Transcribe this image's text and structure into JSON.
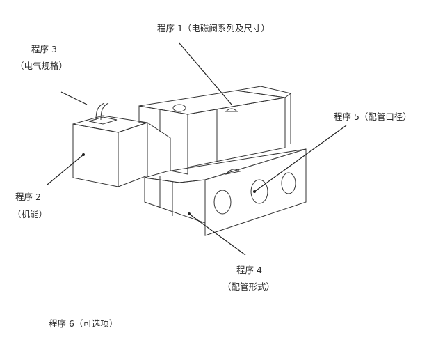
{
  "labels": {
    "step1": "程序 1（电磁阀系列及尺寸）",
    "step2_title": "程序 2",
    "step2_desc": "（机能）",
    "step3_title": "程序 3",
    "step3_desc": "（电气规格）",
    "step4_title": "程序 4",
    "step4_desc": "（配管形式）",
    "step5": "程序 5（配管口径）",
    "step6": "程序 6（可选项）"
  }
}
